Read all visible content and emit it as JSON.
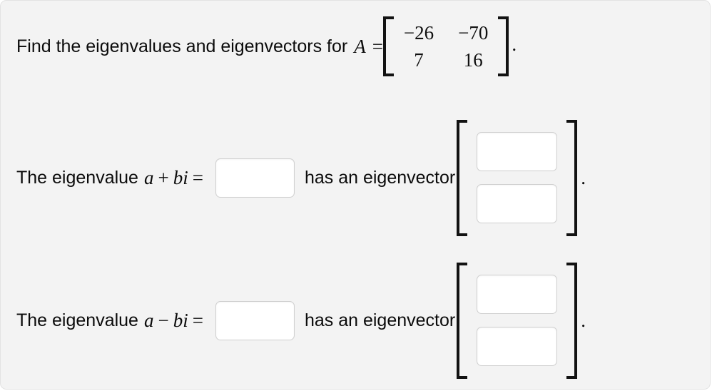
{
  "problem": {
    "prompt_lead": "Find the eigenvalues and eigenvectors for",
    "matrix_symbol": "A",
    "equals": "=",
    "matrix": {
      "rows": [
        [
          "−26",
          "−70"
        ],
        [
          "7",
          "16"
        ]
      ],
      "bracket_left": "[",
      "bracket_right": "]"
    },
    "trailing_period": "."
  },
  "rows": [
    {
      "label_prefix": "The eigenvalue",
      "var_a": "a",
      "operator": "+",
      "var_bi": "bi",
      "equals": "=",
      "eigenvalue_input": "",
      "eigenvalue_placeholder": "",
      "connector": "has an eigenvector",
      "eigenvector_inputs": [
        "",
        ""
      ],
      "eigenvector_placeholders": [
        "",
        ""
      ],
      "trailing_period": "."
    },
    {
      "label_prefix": "The eigenvalue",
      "var_a": "a",
      "operator": "−",
      "var_bi": "bi",
      "equals": "=",
      "eigenvalue_input": "",
      "eigenvalue_placeholder": "",
      "connector": "has an eigenvector",
      "eigenvector_inputs": [
        "",
        ""
      ],
      "eigenvector_placeholders": [
        "",
        ""
      ],
      "trailing_period": "."
    }
  ],
  "theme": {
    "card_background": "#f3f3f3",
    "card_border": "#e3e3e3",
    "text_color": "#0b0b0b",
    "input_background": "#ffffff",
    "input_border": "#cfcfcf",
    "bracket_color": "#121212"
  }
}
